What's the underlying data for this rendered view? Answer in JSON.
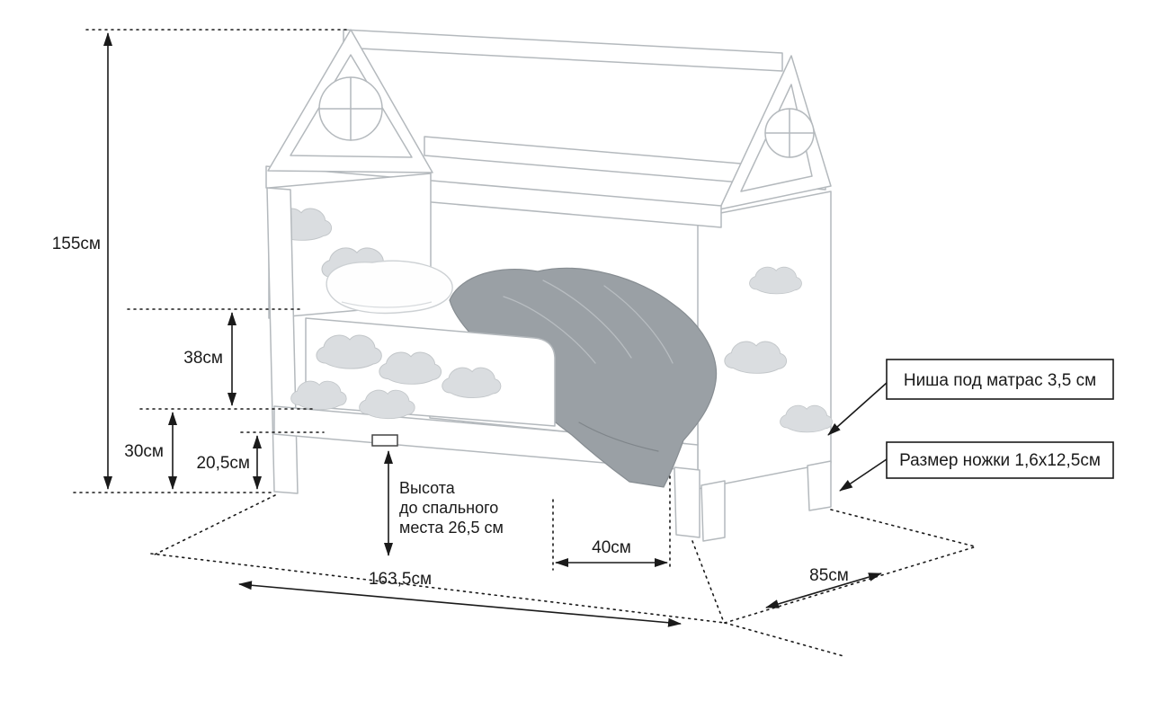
{
  "labels": {
    "height_total": "155см",
    "rail_height": "38см",
    "base_height": "30см",
    "clearance": "20,5см",
    "sleep_line1": "Высота",
    "sleep_line2": "до спального",
    "sleep_line3": "места 26,5 см",
    "opening_width": "40см",
    "bed_length": "163,5см",
    "bed_depth": "85см"
  },
  "callouts": {
    "mattress_niche": "Ниша под матрас 3,5 см",
    "leg_size": "Размер ножки 1,6x12,5см"
  },
  "colors": {
    "dimension": "#1a1a1a",
    "bed_outline": "#b4b9bd",
    "blanket": "#9aa0a5",
    "cloud": "#dadde0"
  }
}
